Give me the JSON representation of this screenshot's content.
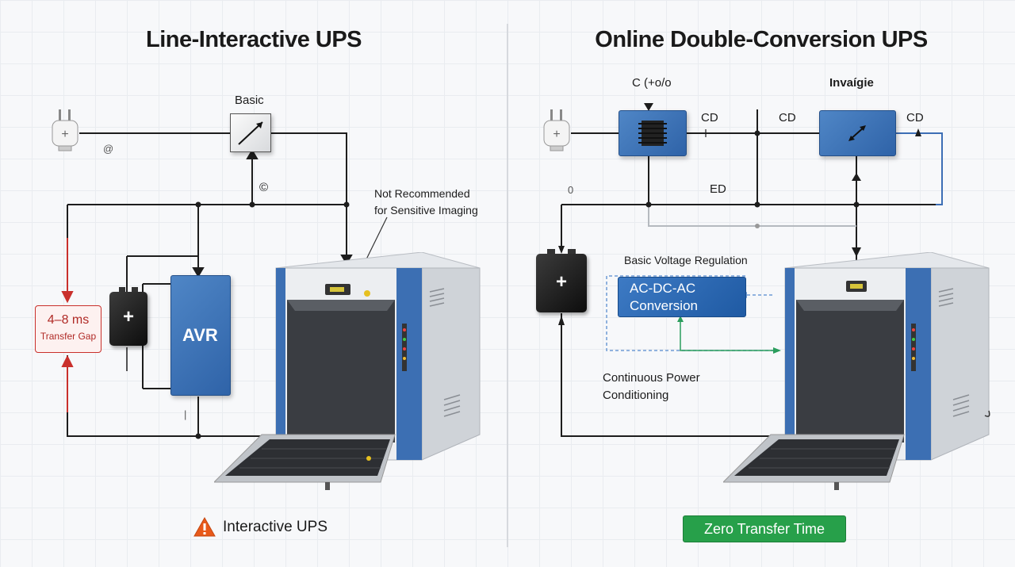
{
  "left": {
    "title": "Line-Interactive UPS",
    "labels": {
      "basic": "Basic",
      "copyright_mark": "©",
      "a_mark": "@",
      "not_recommended": "Not Recommended\nfor Sensitive Imaging",
      "tick_mark": "|"
    },
    "avr_label": "AVR",
    "battery_symbol": "+",
    "transfer_gap": {
      "line1": "4–8 ms",
      "line2": "Transfer Gap"
    },
    "footer_text": "Interactive UPS",
    "footer_icon": "warning-triangle-icon"
  },
  "right": {
    "title": "Online Double-Conversion UPS",
    "labels": {
      "rectifier": "C (+o/o",
      "inverter": "Invaígie",
      "cd1": "CD",
      "cd2": "CD",
      "cd3": "CD",
      "ed": "ED",
      "zero_mark": "0",
      "basic_voltage": "Basic Voltage Regulation",
      "continuous_line1": "Continuous Power",
      "continuous_line2": "Conditioning"
    },
    "conversion_box": {
      "line1": "AC-DC-AC",
      "line2": "Conversion"
    },
    "battery_symbol": "+",
    "footer_badge": "Zero Transfer Time"
  },
  "colors": {
    "wire": "#1d1d1d",
    "transfer_red": "#c9302c",
    "device_blue": "#2f63a8",
    "badge_green": "#27a04a",
    "dashed_blue": "#4f86c6",
    "signal_green": "#2a9d5c",
    "warning_orange": "#e8591a"
  }
}
